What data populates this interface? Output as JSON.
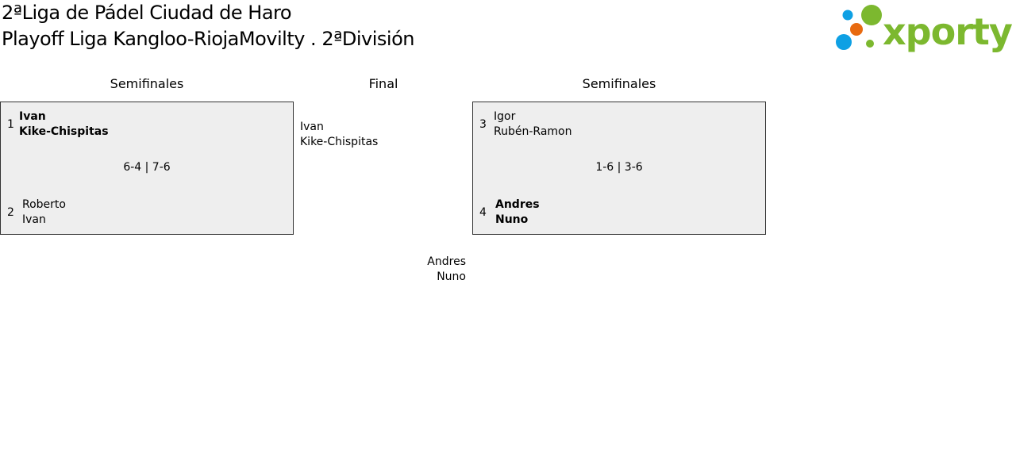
{
  "header": {
    "title": "2ªLiga de Pádel Ciudad de Haro",
    "subtitle": "Playoff Liga Kangloo-RiojaMovilty . 2ªDivisión"
  },
  "logo": {
    "text": "xporty",
    "colors": {
      "green": "#7cb82f",
      "blue": "#0ea0e4",
      "orange": "#e86a10"
    }
  },
  "columns": {
    "left": "Semifinales",
    "center": "Final",
    "right": "Semifinales"
  },
  "semifinal_left": {
    "top": {
      "seed": "1",
      "player1": "Ivan",
      "player2": "Kike-Chispitas",
      "winner": true
    },
    "bottom": {
      "seed": "2",
      "player1": "Roberto",
      "player2": "Ivan",
      "winner": false
    },
    "score": "6-4 | 7-6"
  },
  "semifinal_right": {
    "top": {
      "seed": "3",
      "player1": "Igor",
      "player2": "Rubén-Ramon",
      "winner": false
    },
    "bottom": {
      "seed": "4",
      "player1": "Andres",
      "player2": "Nuno",
      "winner": true
    },
    "score": "1-6 | 3-6"
  },
  "final": {
    "team1": {
      "player1": "Ivan",
      "player2": "Kike-Chispitas"
    },
    "team2": {
      "player1": "Andres",
      "player2": "Nuno"
    }
  }
}
